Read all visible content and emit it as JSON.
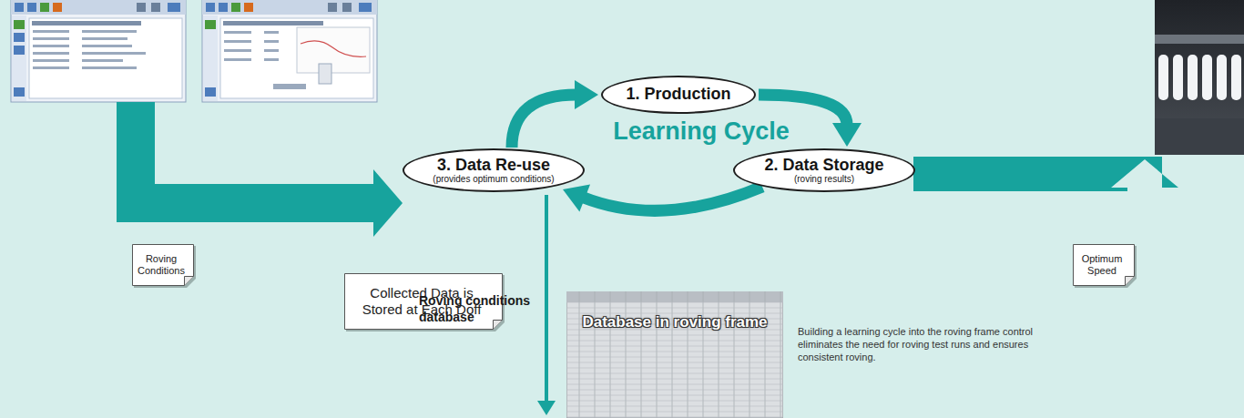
{
  "diagram": {
    "nodes": [
      {
        "text": [
          "1. Production"
        ]
      },
      {
        "text": [
          "3. Data Re-use",
          "(provides optimum conditions)"
        ]
      },
      {
        "text": [
          "2. Data Storage",
          "(roving results)"
        ]
      },
      {
        "text": [
          "Roving Conditions"
        ]
      },
      {
        "text": [
          "Optimum Speed"
        ]
      },
      {
        "text": [
          "Collected Data is Stored at Each Doff"
        ]
      },
      {
        "text": [
          "Database in roving frame"
        ]
      }
    ],
    "edges": [
      {
        "from": 1,
        "to": 0,
        "arrow": "to"
      },
      {
        "from": 0,
        "to": 2,
        "arrow": "to"
      },
      {
        "from": 2,
        "to": 1,
        "arrow": "to"
      }
    ],
    "labels": [
      "Learning Cycle",
      "Roving conditions database",
      "Building a learning cycle into the roving frame control eliminates the need for roving test runs and ensures consistent roving."
    ]
  }
}
